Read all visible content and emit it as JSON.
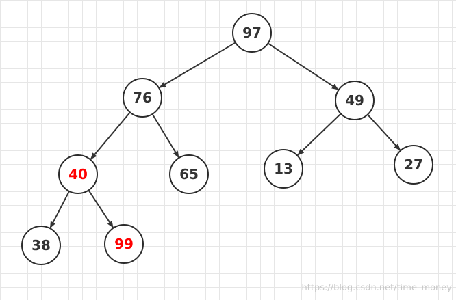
{
  "tree": {
    "nodes": [
      {
        "id": "n97",
        "label": "97",
        "color": "#333333"
      },
      {
        "id": "n76",
        "label": "76",
        "color": "#333333"
      },
      {
        "id": "n49",
        "label": "49",
        "color": "#333333"
      },
      {
        "id": "n40",
        "label": "40",
        "color": "#ff0000"
      },
      {
        "id": "n65",
        "label": "65",
        "color": "#333333"
      },
      {
        "id": "n13",
        "label": "13",
        "color": "#333333"
      },
      {
        "id": "n27",
        "label": "27",
        "color": "#333333"
      },
      {
        "id": "n38",
        "label": "38",
        "color": "#333333"
      },
      {
        "id": "n99",
        "label": "99",
        "color": "#ff0000"
      }
    ],
    "edges": [
      {
        "from": "n97",
        "to": "n76"
      },
      {
        "from": "n97",
        "to": "n49"
      },
      {
        "from": "n76",
        "to": "n40"
      },
      {
        "from": "n76",
        "to": "n65"
      },
      {
        "from": "n49",
        "to": "n13"
      },
      {
        "from": "n49",
        "to": "n27"
      },
      {
        "from": "n40",
        "to": "n38"
      },
      {
        "from": "n40",
        "to": "n99"
      }
    ]
  },
  "colors": {
    "highlight": "#ff0000",
    "default_text": "#333333",
    "grid": "#e6e6e6"
  },
  "watermark": "https://blog.csdn.net/time_money"
}
